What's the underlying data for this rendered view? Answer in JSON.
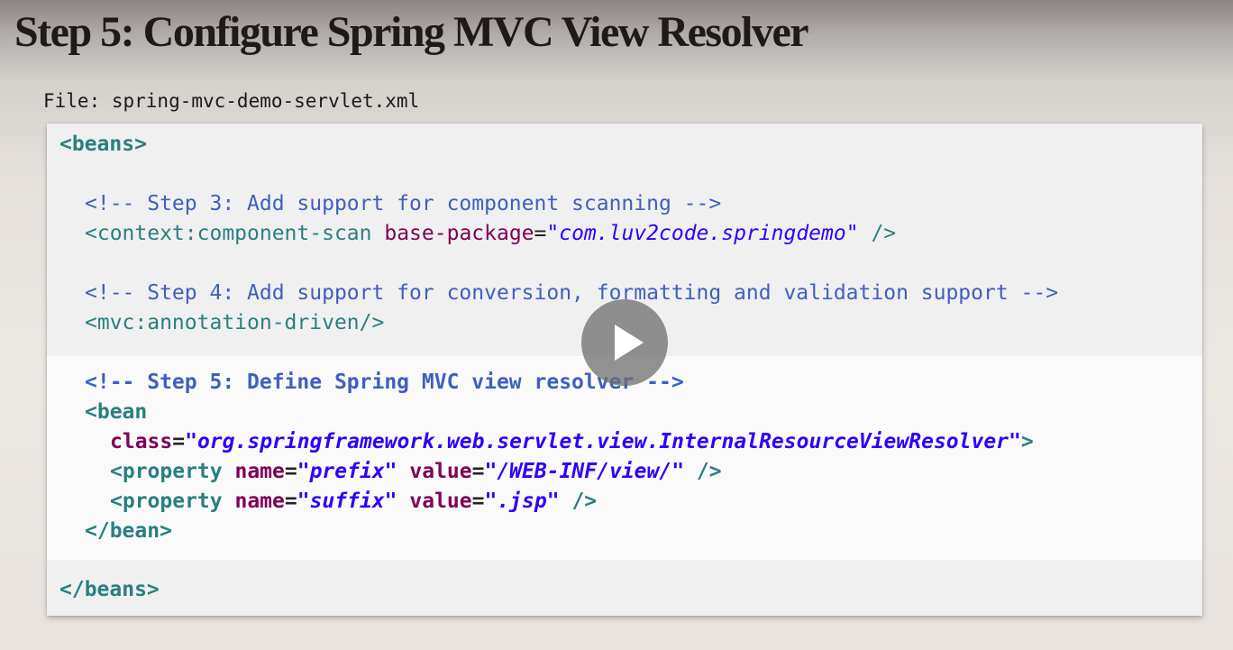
{
  "slide": {
    "title": "Step 5: Configure Spring MVC View Resolver",
    "file_label": "File: spring-mvc-demo-servlet.xml"
  },
  "code": {
    "beans_open": "<beans>",
    "step3_comment": "<!-- Step 3: Add support for component scanning -->",
    "component_scan_tag": "<context:component-scan",
    "base_package_attr": "base-package",
    "base_package_value": "\"com.luv2code.springdemo\"",
    "self_close": "/>",
    "step4_comment": "<!-- Step 4: Add support for conversion, formatting and validation support -->",
    "annotation_driven": "<mvc:annotation-driven/>",
    "step5_comment": "<!-- Step 5: Define Spring MVC view resolver -->",
    "bean_open": "<bean",
    "class_attr": "class",
    "class_value": "\"org.springframework.web.servlet.view.InternalResourceViewResolver\"",
    "gt": ">",
    "property_tag": "<property",
    "name_attr": "name",
    "value_attr": "value",
    "prefix_name": "\"prefix\"",
    "prefix_value": "\"/WEB-INF/view/\"",
    "suffix_name": "\"suffix\"",
    "suffix_value": "\".jsp\"",
    "bean_close": "</bean>",
    "beans_close": "</beans>",
    "equals": "="
  },
  "player": {
    "play_icon": "play-icon"
  },
  "colors": {
    "comment": "#3f5fbf",
    "tag": "#2a7f7f",
    "attribute": "#7f0055",
    "string": "#2a00ff"
  }
}
